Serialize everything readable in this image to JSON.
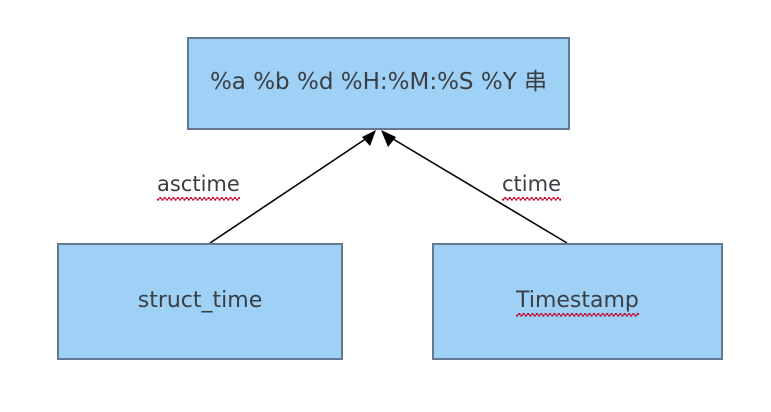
{
  "diagram": {
    "type": "flow-diagram",
    "background_color": "#ffffff",
    "node_fill_color": "#9fd0f5",
    "node_border_color": "#64798f",
    "text_color": "#3a3f44",
    "edge_color": "#000000",
    "spellcheck_underline_color": "#c4002a",
    "nodes": [
      {
        "id": "format-string",
        "label": "%a %b %d %H:%M:%S %Y 串",
        "spellchecked": false
      },
      {
        "id": "struct-time",
        "label": "struct_time",
        "spellchecked": false
      },
      {
        "id": "timestamp",
        "label": "Timestamp",
        "spellchecked": true
      }
    ],
    "edges": [
      {
        "id": "asctime",
        "label": "asctime",
        "from": "struct-time",
        "to": "format-string",
        "arrowhead": "solid-triangle",
        "spellchecked": true
      },
      {
        "id": "ctime",
        "label": "ctime",
        "from": "timestamp",
        "to": "format-string",
        "arrowhead": "solid-triangle",
        "spellchecked": true
      }
    ]
  }
}
